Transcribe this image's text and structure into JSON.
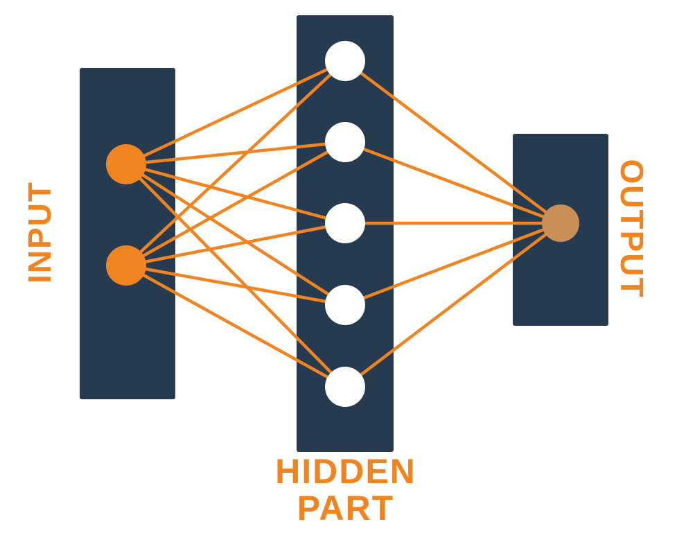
{
  "diagram": {
    "type": "neural-network",
    "labels": {
      "input": "INPUT",
      "hidden": "HIDDEN PART",
      "output": "OUTPUT"
    },
    "layers": [
      {
        "name": "input",
        "label": "INPUT",
        "node_count": 2
      },
      {
        "name": "hidden",
        "label": "HIDDEN PART",
        "node_count": 5
      },
      {
        "name": "output",
        "label": "OUTPUT",
        "node_count": 1
      }
    ],
    "connections": {
      "input_to_hidden": 10,
      "hidden_to_output": 5
    },
    "colors": {
      "background": "#ffffff",
      "layer_block": "#263b4f",
      "connection": "#f08421",
      "input_node": "#f08421",
      "hidden_node": "#ffffff",
      "output_node": "#ca8e57",
      "label_text": "#f08421"
    }
  }
}
